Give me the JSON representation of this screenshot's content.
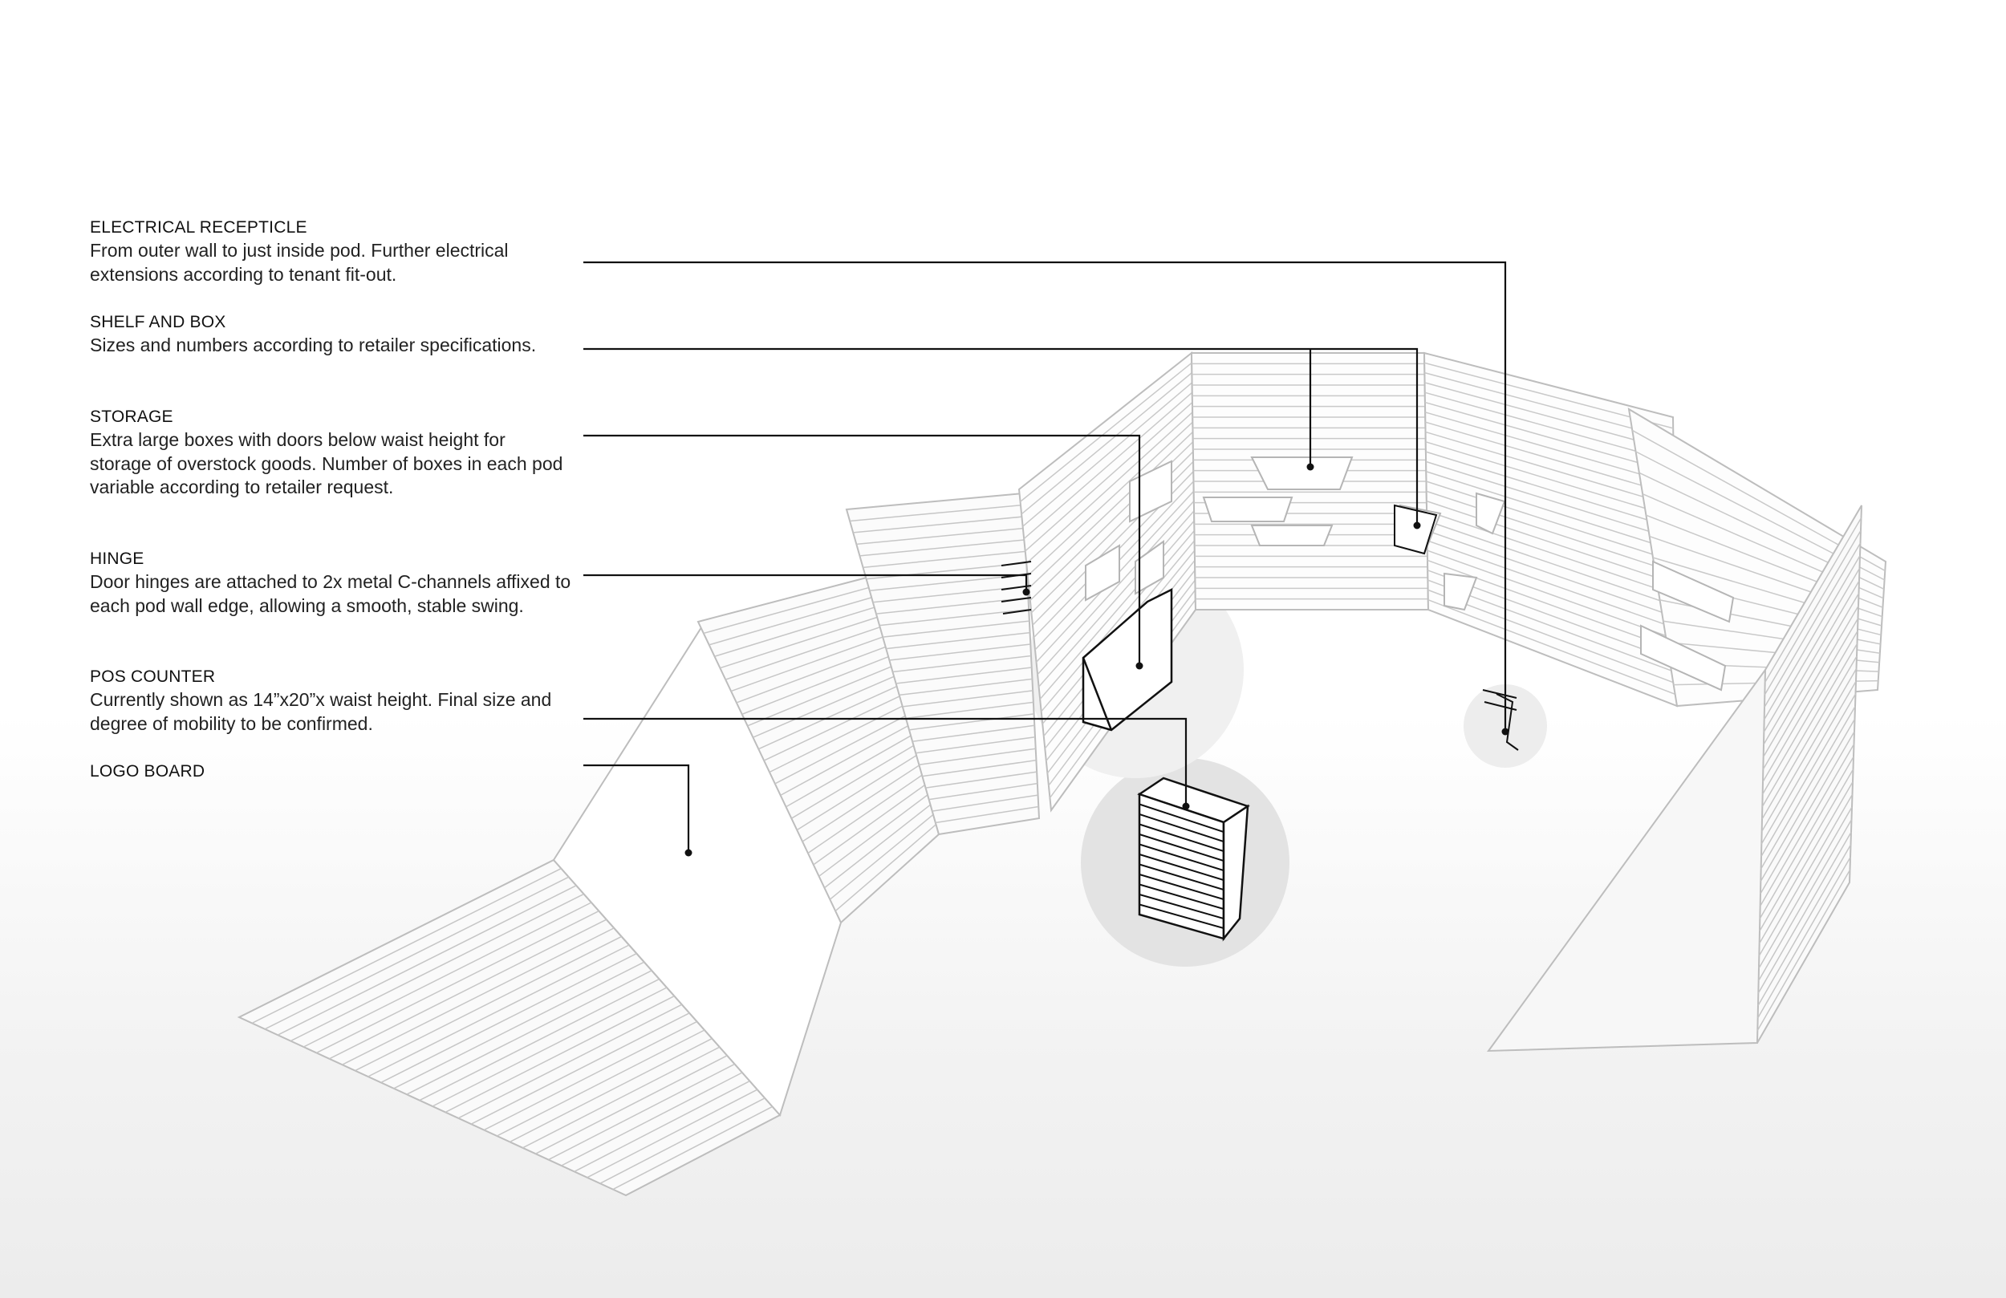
{
  "callouts": [
    {
      "title": "ELECTRICAL RECEPTICLE",
      "text": "From outer wall to just inside pod. Further electrical extensions according to tenant fit-out."
    },
    {
      "title": "SHELF AND BOX",
      "text": "Sizes and numbers according to retailer specifications."
    },
    {
      "title": "STORAGE",
      "text": "Extra large boxes with doors below waist height for storage of overstock goods. Number of boxes in each pod variable according to retailer request."
    },
    {
      "title": "HINGE",
      "text": "Door hinges are attached to 2x metal C-channels affixed to each pod wall edge, allowing a smooth, stable swing."
    },
    {
      "title": "POS COUNTER",
      "text": "Currently shown as 14”x20”x waist height. Final size and degree of mobility to be confirmed."
    },
    {
      "title": "LOGO BOARD",
      "text": ""
    }
  ],
  "colors": {
    "line": "#111111",
    "wall": "#bdbdbd",
    "highlight": "#e4e4e4"
  }
}
